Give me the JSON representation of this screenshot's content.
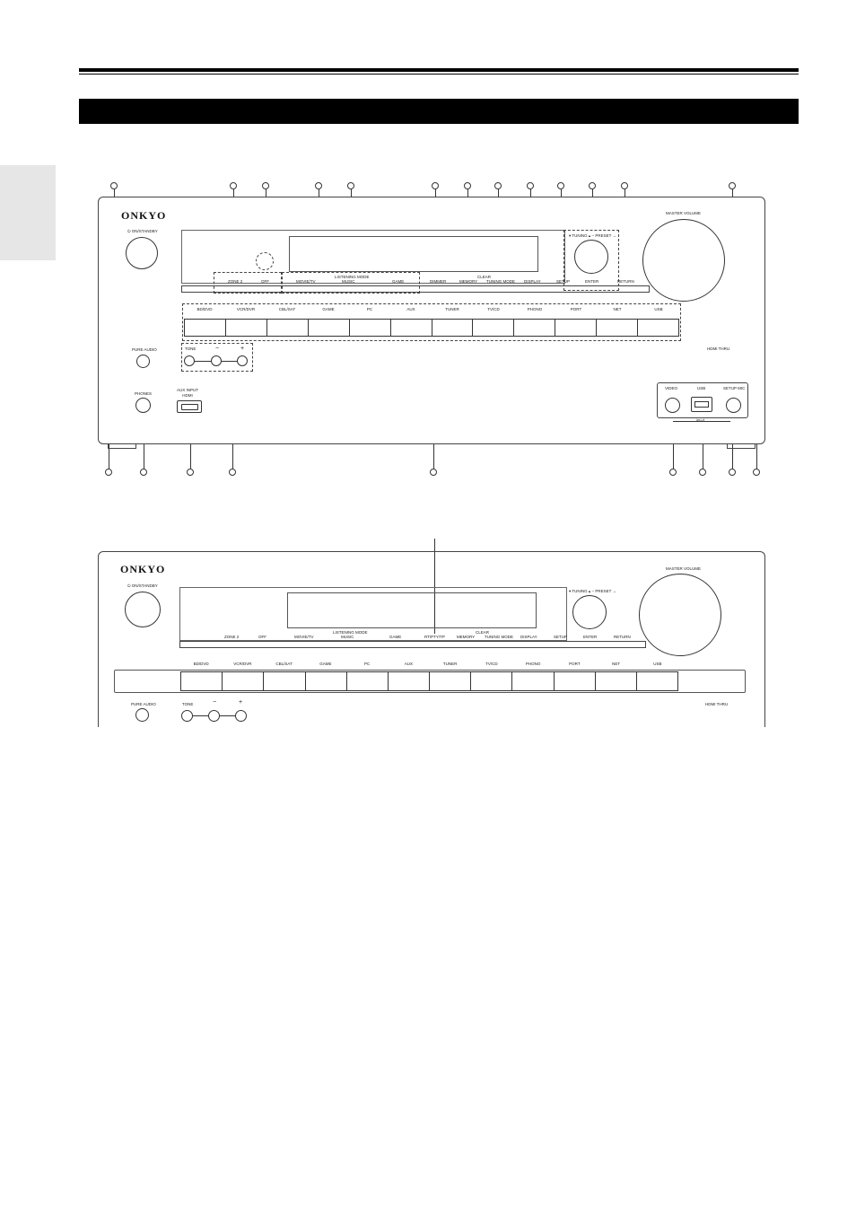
{
  "top_panel": {
    "logo": "ONKYO",
    "power_label": "⏻ ON/STANDBY",
    "master_volume_label": "MASTER VOLUME",
    "tuning_label": "▾ TUNING ▴  − PRESET →",
    "listening_mode_label": "LISTENING MODE",
    "clear_label": "CLEAR",
    "zone_labels": [
      "ZONE 2",
      "OFF"
    ],
    "mode_labels": [
      "MOVIE/TV",
      "MUSIC",
      "GAME"
    ],
    "function_labels": [
      "DIMMER",
      "MEMORY",
      "TUNING MODE",
      "DISPLAY",
      "SETUP",
      "ENTER",
      "RETURN"
    ],
    "source_labels": [
      "BD/DVD",
      "VCR/DVR",
      "CBL/SAT",
      "GAME",
      "PC",
      "AUX",
      "TUNER",
      "TV/CD",
      "PHONO",
      "PORT",
      "NET",
      "USB"
    ],
    "pure_audio_label": "PURE AUDIO",
    "tone_label": "TONE",
    "minus_label": "−",
    "plus_label": "+",
    "phones_label": "PHONES",
    "aux_input_label": "AUX INPUT\nHDMI",
    "hdmi_thru_label": "HDMI THRU",
    "video_label": "VIDEO",
    "usb_label": "USB",
    "setup_mic_label": "SETUP MIC",
    "ipod_label": "iPod"
  },
  "bottom_panel": {
    "logo": "ONKYO",
    "power_label": "⏻ ON/STANDBY",
    "master_volume_label": "MASTER VOLUME",
    "tuning_label": "▾ TUNING ▴  − PRESET →",
    "listening_mode_label": "LISTENING MODE",
    "clear_label": "CLEAR",
    "control_labels": [
      "ZONE 2",
      "OFF",
      "MOVIE/TV",
      "MUSIC",
      "GAME",
      "RT/PTY/TP",
      "MEMORY",
      "TUNING MODE",
      "DISPLAY",
      "SETUP",
      "ENTER",
      "RETURN"
    ],
    "source_labels": [
      "BD/DVD",
      "VCR/DVR",
      "CBL/SAT",
      "GAME",
      "PC",
      "AUX",
      "TUNER",
      "TV/CD",
      "PHONO",
      "PORT",
      "NET",
      "USB"
    ],
    "pure_audio_label": "PURE AUDIO",
    "tone_label": "TONE",
    "minus_label": "−",
    "plus_label": "+",
    "hdmi_thru_label": "HDMI THRU"
  }
}
